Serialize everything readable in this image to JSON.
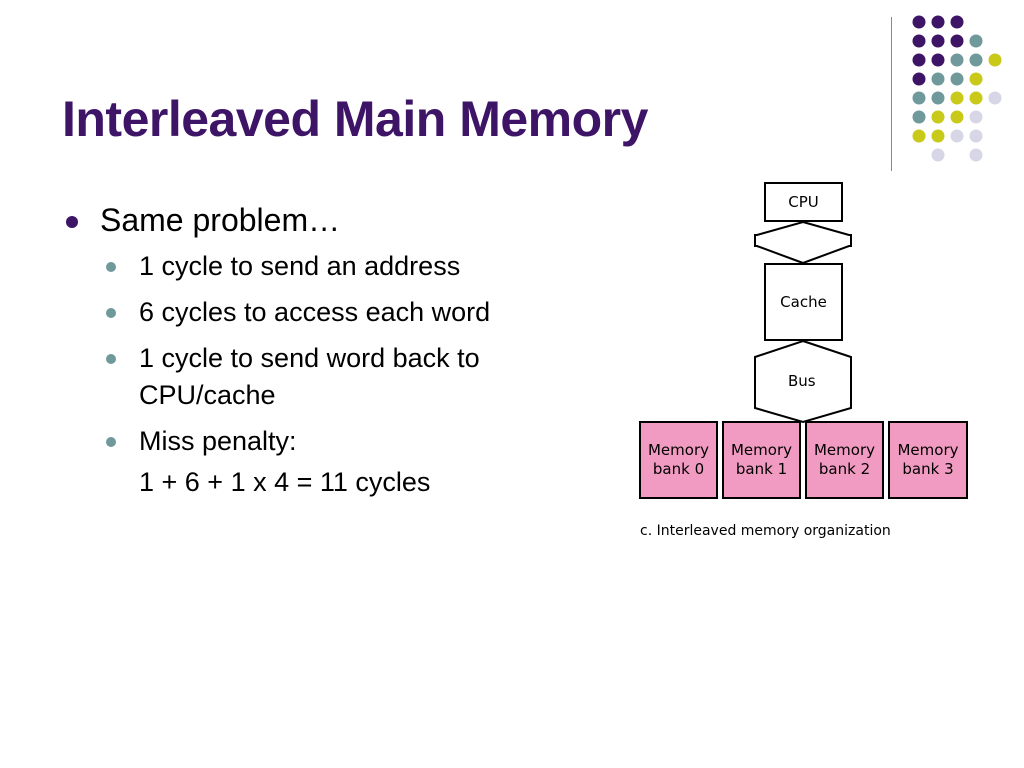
{
  "slide": {
    "title": "Interleaved Main Memory",
    "bullets": {
      "main": "Same problem…",
      "sub": [
        {
          "text": "1 cycle to send an address"
        },
        {
          "text": "6 cycles to access each word"
        },
        {
          "text": "1 cycle to send word back to CPU/cache"
        },
        {
          "text": "Miss penalty:"
        }
      ],
      "formula": "1 + 6 + 1 x 4 = 11 cycles"
    }
  },
  "diagram": {
    "cpu_label": "CPU",
    "cache_label": "Cache",
    "bus_label": "Bus",
    "banks": [
      {
        "line1": "Memory",
        "line2": "bank 0"
      },
      {
        "line1": "Memory",
        "line2": "bank 1"
      },
      {
        "line1": "Memory",
        "line2": "bank 2"
      },
      {
        "line1": "Memory",
        "line2": "bank 3"
      }
    ],
    "caption": "c. Interleaved memory organization",
    "bank_color": "#f29bc2"
  },
  "theme": {
    "title_color": "#3d1466",
    "dot_colors": [
      "#3d1466",
      "#6f999b",
      "#c9c91a",
      "#d6d6e6"
    ]
  }
}
